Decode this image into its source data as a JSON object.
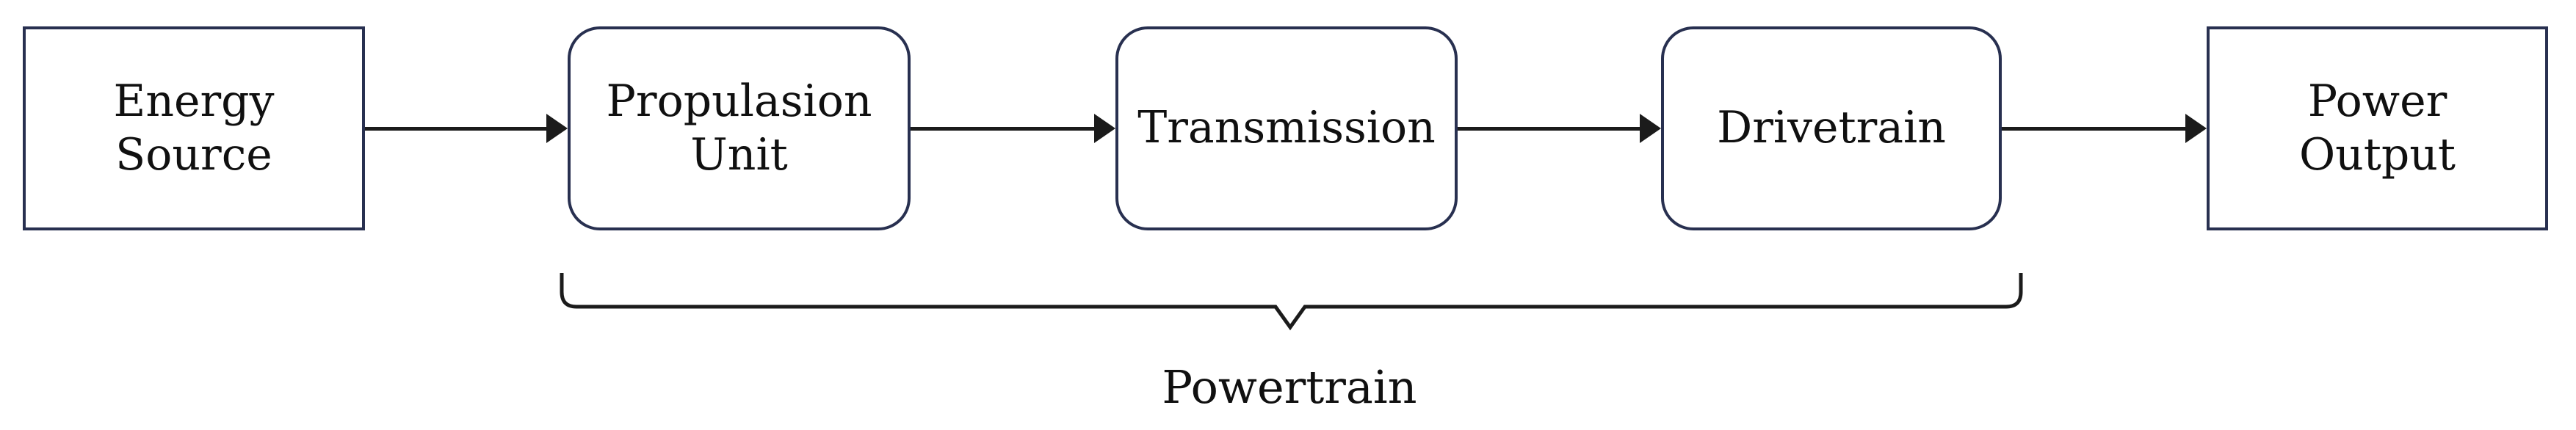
{
  "colors": {
    "box-border": "#283050",
    "line": "#1b1b1b",
    "text": "#101010",
    "background": "#ffffff"
  },
  "nodes": [
    {
      "id": "energy-source",
      "label": "Energy\nSource",
      "shape": "rectangle"
    },
    {
      "id": "propulsion-unit",
      "label": "Propulasion\nUnit",
      "shape": "rounded"
    },
    {
      "id": "transmission",
      "label": "Transmission",
      "shape": "rounded"
    },
    {
      "id": "drivetrain",
      "label": "Drivetrain",
      "shape": "rounded"
    },
    {
      "id": "power-output",
      "label": "Power\nOutput",
      "shape": "rectangle"
    }
  ],
  "edges": [
    {
      "from": "energy-source",
      "to": "propulsion-unit"
    },
    {
      "from": "propulsion-unit",
      "to": "transmission"
    },
    {
      "from": "transmission",
      "to": "drivetrain"
    },
    {
      "from": "drivetrain",
      "to": "power-output"
    }
  ],
  "brace": {
    "label": "Powertrain",
    "spans": [
      "propulsion-unit",
      "transmission",
      "drivetrain"
    ]
  }
}
